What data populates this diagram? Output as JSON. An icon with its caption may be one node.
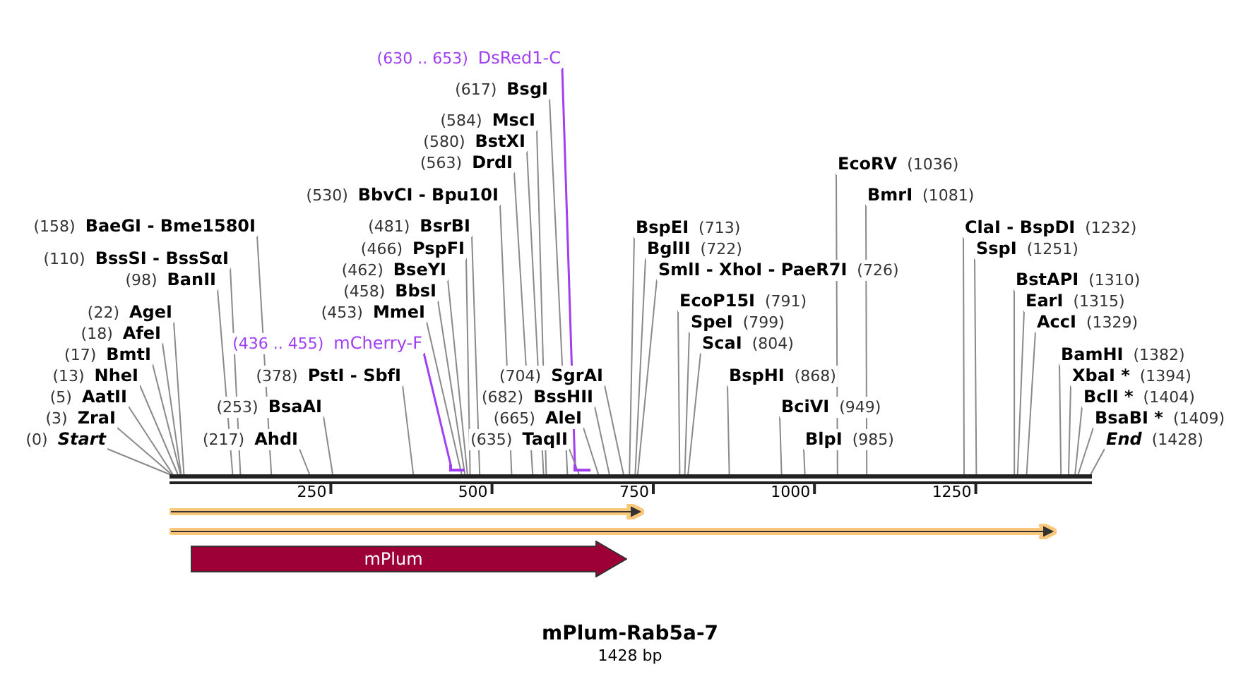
{
  "diagram": {
    "title": "mPlum-Rab5a-7",
    "caption": "1428 bp",
    "nodes": [
      {
        "text": [
          "(0)",
          "*Start*"
        ]
      },
      {
        "text": [
          "(3)",
          "ZraI"
        ]
      },
      {
        "text": [
          "(5)",
          "AatII"
        ]
      },
      {
        "text": [
          "(13)",
          "NheI"
        ]
      },
      {
        "text": [
          "(17)",
          "BmtI"
        ]
      },
      {
        "text": [
          "(18)",
          "AfeI"
        ]
      },
      {
        "text": [
          "(22)",
          "AgeI"
        ]
      },
      {
        "text": [
          "(98)",
          "BanII"
        ]
      },
      {
        "text": [
          "(110)",
          "BssSI - BssSαI"
        ]
      },
      {
        "text": [
          "(158)",
          "BaeGI - Bme1580I"
        ]
      },
      {
        "text": [
          "(217)",
          "AhdI"
        ]
      },
      {
        "text": [
          "(253)",
          "BsaAI"
        ]
      },
      {
        "text": [
          "(378)",
          "PstI - SbfI"
        ]
      },
      {
        "text": [
          "(436 .. 455)",
          "mCherry-F"
        ]
      },
      {
        "text": [
          "(453)",
          "MmeI"
        ]
      },
      {
        "text": [
          "(458)",
          "BbsI"
        ]
      },
      {
        "text": [
          "(462)",
          "BseYI"
        ]
      },
      {
        "text": [
          "(466)",
          "PspFI"
        ]
      },
      {
        "text": [
          "(481)",
          "BsrBI"
        ]
      },
      {
        "text": [
          "(530)",
          "BbvCI - Bpu10I"
        ]
      },
      {
        "text": [
          "(563)",
          "DrdI"
        ]
      },
      {
        "text": [
          "(580)",
          "BstXI"
        ]
      },
      {
        "text": [
          "(584)",
          "MscI"
        ]
      },
      {
        "text": [
          "(617)",
          "BsgI"
        ]
      },
      {
        "text": [
          "(630 .. 653)",
          "DsRed1-C"
        ]
      },
      {
        "text": [
          "(635)",
          "TaqII"
        ]
      },
      {
        "text": [
          "(665)",
          "AleI"
        ]
      },
      {
        "text": [
          "(682)",
          "BssHII"
        ]
      },
      {
        "text": [
          "(704)",
          "SgrAI"
        ]
      },
      {
        "text": [
          "BspEI",
          "(713)"
        ]
      },
      {
        "text": [
          "BglII",
          "(722)"
        ]
      },
      {
        "text": [
          "SmlI - XhoI - PaeR7I",
          "(726)"
        ]
      },
      {
        "text": [
          "EcoP15I",
          "(791)"
        ]
      },
      {
        "text": [
          "SpeI",
          "(799)"
        ]
      },
      {
        "text": [
          "ScaI",
          "(804)"
        ]
      },
      {
        "text": [
          "BspHI",
          "(868)"
        ]
      },
      {
        "text": [
          "BciVI",
          "(949)"
        ]
      },
      {
        "text": [
          "BlpI",
          "(985)"
        ]
      },
      {
        "text": [
          "EcoRV",
          "(1036)"
        ]
      },
      {
        "text": [
          "BmrI",
          "(1081)"
        ]
      },
      {
        "text": [
          "ClaI - BspDI",
          "(1232)"
        ]
      },
      {
        "text": [
          "SspI",
          "(1251)"
        ]
      },
      {
        "text": [
          "BstAPI",
          "(1310)"
        ]
      },
      {
        "text": [
          "EarI",
          "(1315)"
        ]
      },
      {
        "text": [
          "AccI",
          "(1329)"
        ]
      },
      {
        "text": [
          "BamHI",
          "(1382)"
        ]
      },
      {
        "text": [
          "XbaI *",
          "(1394)"
        ]
      },
      {
        "text": [
          "BclI *",
          "(1404)"
        ]
      },
      {
        "text": [
          "BsaBI *",
          "(1409)"
        ]
      },
      {
        "text": [
          "*End*",
          "(1428)"
        ]
      },
      {
        "text": [],
        "shape": "bar"
      },
      {
        "text": [],
        "shape": "bar"
      },
      {
        "text": [],
        "shape": "bar"
      },
      {
        "text": [],
        "shape": "arrow"
      },
      {
        "text": [],
        "shape": "arrow"
      },
      {
        "text": [
          "mPlum"
        ]
      }
    ],
    "edges": [
      {
        "from": 0,
        "to": 50,
        "arrow": "none"
      },
      {
        "from": 1,
        "to": 50,
        "arrow": "none"
      },
      {
        "from": 2,
        "to": 50,
        "arrow": "none"
      },
      {
        "from": 3,
        "to": 50,
        "arrow": "none"
      },
      {
        "from": 4,
        "to": 50,
        "arrow": "none"
      },
      {
        "from": 5,
        "to": 50,
        "arrow": "none"
      },
      {
        "from": 6,
        "to": 50,
        "arrow": "none"
      },
      {
        "from": 7,
        "to": 50,
        "arrow": "none"
      },
      {
        "from": 8,
        "to": 50,
        "arrow": "none"
      },
      {
        "from": 9,
        "to": 50,
        "arrow": "none"
      },
      {
        "from": 10,
        "to": 50,
        "arrow": "none"
      },
      {
        "from": 11,
        "to": 50,
        "arrow": "none"
      },
      {
        "from": 12,
        "to": 50,
        "arrow": "none"
      },
      {
        "from": 13,
        "to": 51,
        "arrow": "none",
        "color": "#a040f0"
      },
      {
        "from": 14,
        "to": 50,
        "arrow": "none"
      },
      {
        "from": 15,
        "to": 50,
        "arrow": "none"
      },
      {
        "from": 16,
        "to": 50,
        "arrow": "none"
      },
      {
        "from": 17,
        "to": 50,
        "arrow": "none"
      },
      {
        "from": 18,
        "to": 50,
        "arrow": "none"
      },
      {
        "from": 19,
        "to": 50,
        "arrow": "none"
      },
      {
        "from": 20,
        "to": 50,
        "arrow": "none"
      },
      {
        "from": 21,
        "to": 50,
        "arrow": "none"
      },
      {
        "from": 22,
        "to": 50,
        "arrow": "none"
      },
      {
        "from": 23,
        "to": 50,
        "arrow": "none"
      },
      {
        "from": 24,
        "to": 52,
        "arrow": "none",
        "color": "#a040f0"
      },
      {
        "from": 25,
        "to": 50,
        "arrow": "none"
      },
      {
        "from": 26,
        "to": 50,
        "arrow": "none"
      },
      {
        "from": 27,
        "to": 50,
        "arrow": "none"
      },
      {
        "from": 28,
        "to": 50,
        "arrow": "none"
      },
      {
        "from": 29,
        "to": 50,
        "arrow": "none"
      },
      {
        "from": 30,
        "to": 50,
        "arrow": "none"
      },
      {
        "from": 31,
        "to": 50,
        "arrow": "none"
      },
      {
        "from": 32,
        "to": 50,
        "arrow": "none"
      },
      {
        "from": 33,
        "to": 50,
        "arrow": "none"
      },
      {
        "from": 34,
        "to": 50,
        "arrow": "none"
      },
      {
        "from": 35,
        "to": 50,
        "arrow": "none"
      },
      {
        "from": 36,
        "to": 50,
        "arrow": "none"
      },
      {
        "from": 37,
        "to": 50,
        "arrow": "none"
      },
      {
        "from": 38,
        "to": 50,
        "arrow": "none"
      },
      {
        "from": 39,
        "to": 50,
        "arrow": "none"
      },
      {
        "from": 40,
        "to": 50,
        "arrow": "none"
      },
      {
        "from": 41,
        "to": 50,
        "arrow": "none"
      },
      {
        "from": 42,
        "to": 50,
        "arrow": "none"
      },
      {
        "from": 43,
        "to": 50,
        "arrow": "none"
      },
      {
        "from": 44,
        "to": 50,
        "arrow": "none"
      },
      {
        "from": 45,
        "to": 50,
        "arrow": "none"
      },
      {
        "from": 46,
        "to": 50,
        "arrow": "none"
      },
      {
        "from": 47,
        "to": 50,
        "arrow": "none"
      },
      {
        "from": 48,
        "to": 50,
        "arrow": "none"
      },
      {
        "from": 49,
        "to": 50,
        "arrow": "none"
      }
    ],
    "labels": [
      "250",
      "500",
      "750",
      "1000",
      "1250"
    ]
  }
}
